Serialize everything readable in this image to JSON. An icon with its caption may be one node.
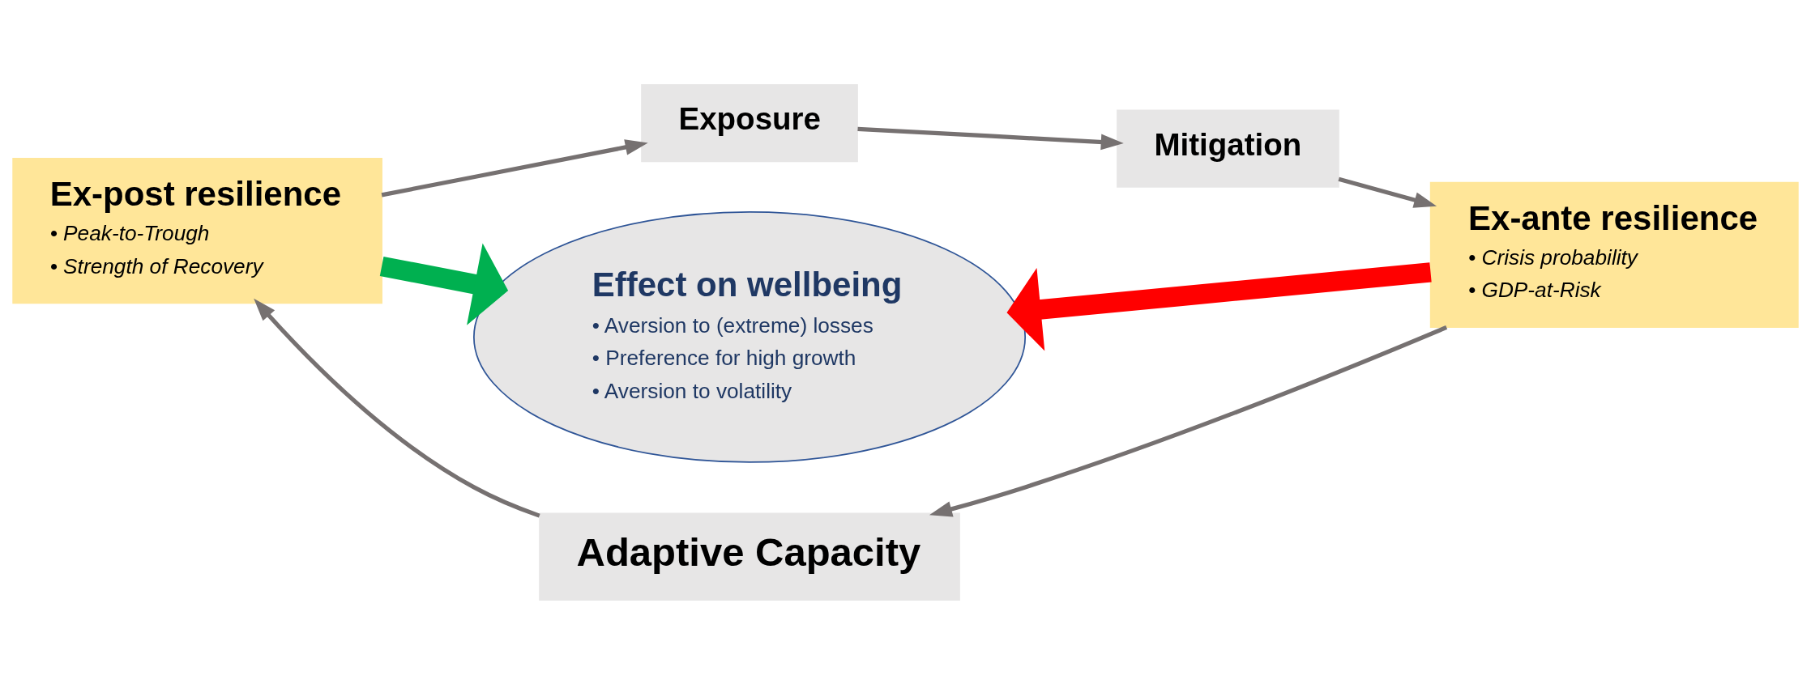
{
  "diagram": {
    "nodes": [
      {
        "text": [
          "Ex-post resilience",
          "• Peak-to-Trough",
          "• Strength of Recovery"
        ]
      },
      {
        "text": [
          "Exposure"
        ]
      },
      {
        "text": [
          "Mitigation"
        ]
      },
      {
        "text": [
          "Ex-ante resilience",
          "• Crisis probability",
          "• GDP-at-Risk"
        ]
      },
      {
        "text": [
          "Adaptive Capacity"
        ]
      },
      {
        "text": [
          "Effect on wellbeing",
          "• Aversion to (extreme) losses",
          "• Preference for high growth",
          "• Aversion to volatility"
        ]
      }
    ],
    "edges": [
      {
        "from": 0,
        "to": 1,
        "arrow": "to"
      },
      {
        "from": 1,
        "to": 2,
        "arrow": "to"
      },
      {
        "from": 2,
        "to": 3,
        "arrow": "to"
      },
      {
        "from": 3,
        "to": 4,
        "arrow": "to"
      },
      {
        "from": 4,
        "to": 0,
        "arrow": "to"
      },
      {
        "from": 0,
        "to": 5,
        "arrow": "to",
        "style": "thick",
        "color": "#00b050"
      },
      {
        "from": 3,
        "to": 5,
        "arrow": "to",
        "style": "thick",
        "color": "#ff0000"
      }
    ]
  }
}
